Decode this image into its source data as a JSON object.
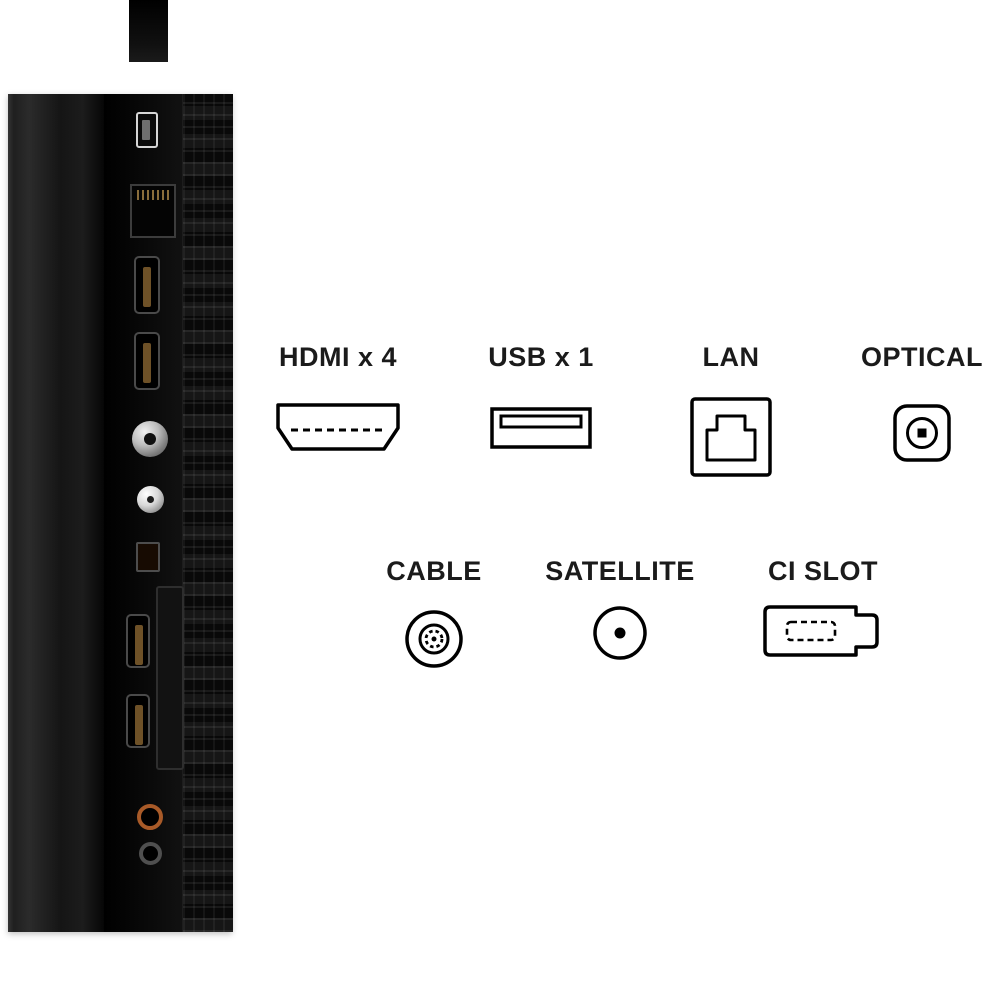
{
  "meta": {
    "description": "TV side panel connectivity diagram",
    "background": "#ffffff"
  },
  "colors": {
    "label_text": "#1b1b1b",
    "icon_stroke": "#000000",
    "panel_black": "#0c0c0c"
  },
  "photo": {
    "name": "tv-side-panel",
    "ports": [
      "usb-port",
      "lan-port",
      "hdmi-port",
      "hdmi-port",
      "antenna-coax-port",
      "satellite-coax-port",
      "optical-port",
      "hdmi-port",
      "hdmi-port",
      "av-jack",
      "av-jack"
    ]
  },
  "legend": {
    "row1": [
      {
        "label": "HDMI x 4",
        "icon": "hdmi-icon"
      },
      {
        "label": "USB x 1",
        "icon": "usb-icon"
      },
      {
        "label": "LAN",
        "icon": "lan-icon"
      },
      {
        "label": "OPTICAL",
        "icon": "optical-icon"
      }
    ],
    "row2": [
      {
        "label": "CABLE",
        "icon": "cable-icon"
      },
      {
        "label": "SATELLITE",
        "icon": "satellite-icon"
      },
      {
        "label": "CI SLOT",
        "icon": "ci-slot-icon"
      }
    ]
  }
}
